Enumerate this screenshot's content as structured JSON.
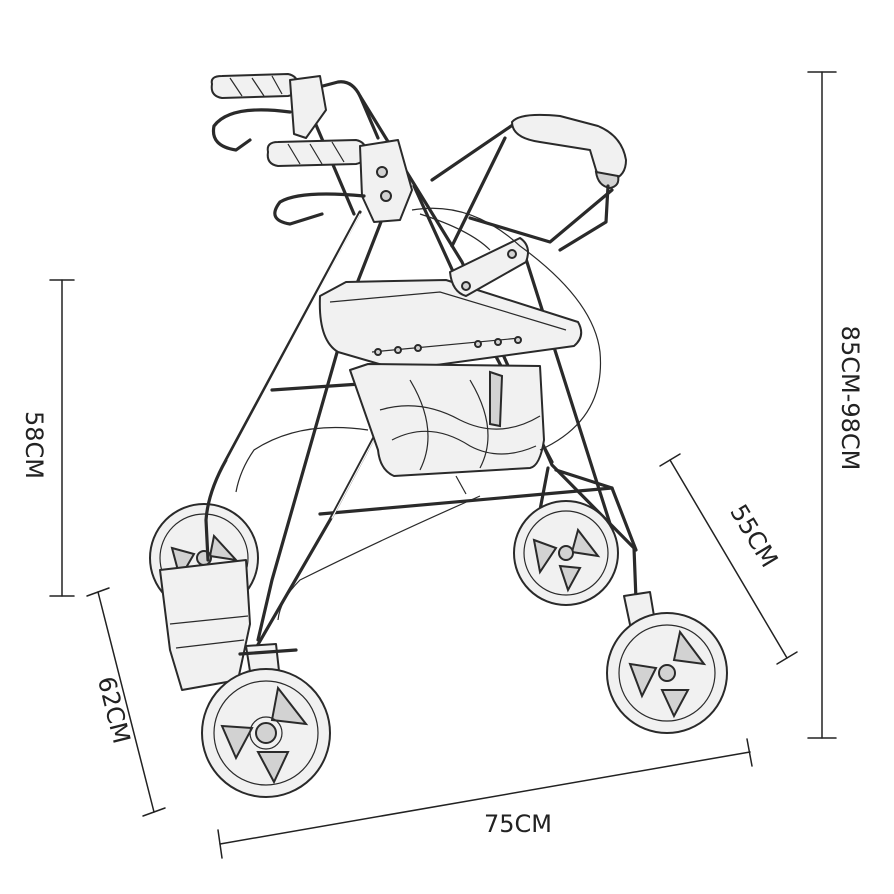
{
  "figure": {
    "subject": "rollator-walker-line-drawing",
    "dimensions": {
      "height_total": "85CM-98CM",
      "seat_height": "58CM",
      "depth": "55CM",
      "width_front": "62CM",
      "width_total": "75CM"
    }
  },
  "colors": {
    "line": "#222222",
    "background": "#ffffff"
  }
}
